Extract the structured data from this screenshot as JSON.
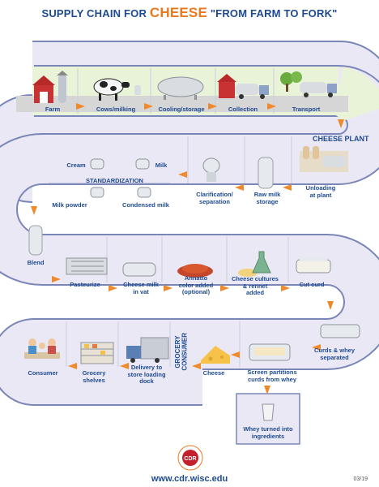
{
  "title": {
    "prefix": "SUPPLY CHAIN FOR",
    "highlight": "CHEESE",
    "suffix": "\"FROM FARM TO FORK\""
  },
  "stages": {
    "farm": "Farm",
    "cows_milking": "Cows/milking",
    "cooling_storage": "Cooling/storage",
    "collection": "Collection",
    "transport": "Transport",
    "cheese_plant": "CHEESE PLANT",
    "unloading": "Unloading\nat plant",
    "raw_milk_storage": "Raw milk\nstorage",
    "clarification": "Clarification/\nseparation",
    "cream": "Cream",
    "milk": "Milk",
    "standardization": "STANDARDIZATION",
    "milk_powder": "Milk powder",
    "condensed_milk": "Condensed milk",
    "blend": "Blend",
    "pasteurize": "Pasteurize",
    "cheese_milk_in_vat": "Cheese milk\nin vat",
    "annatto": "Annatto\ncolor added\n(optional)",
    "cultures_rennet": "Cheese cultures\n& rennet\nadded",
    "cut_curd": "Cut curd",
    "curds_whey": "Curds & whey\nseparated",
    "screen_partitions": "Screen partitions\ncurds from whey",
    "whey": "Whey turned into\ningredients",
    "cheese": "Cheese",
    "grocery_consumer": "GROCERY\nCONSUMER",
    "delivery": "Delivery to\nstore loading\ndock",
    "grocery_shelves": "Grocery\nshelves",
    "consumer": "Consumer"
  },
  "footer": {
    "url": "www.cdr.wisc.edu",
    "date": "03/19",
    "logo_text": "CDR"
  },
  "colors": {
    "title": "#1d4a8f",
    "accent": "#e8791e",
    "arrow": "#ef8a2c",
    "road_fill": "#ebe8f5",
    "road_border": "#7a86b8"
  }
}
